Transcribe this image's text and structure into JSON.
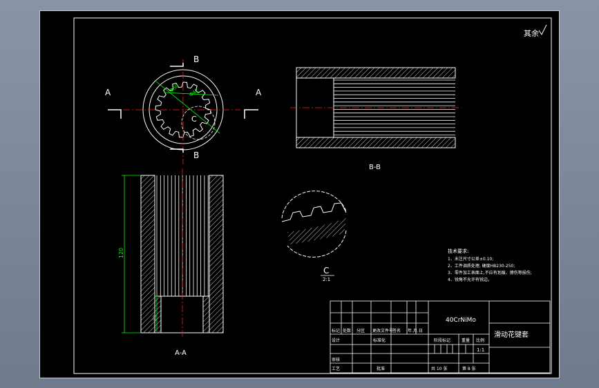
{
  "roughness_note": "其余",
  "labels": {
    "section_a_left": "A",
    "section_a_right": "A",
    "section_b_top": "B",
    "section_b_bottom": "B",
    "detail_c_marker": "C",
    "view_bb": "B-B",
    "view_aa": "A-A",
    "detail_c_title": "C",
    "detail_c_scale": "2:1"
  },
  "dimensions": {
    "length": "120",
    "bore_depth": "30",
    "spline_outer": "Φ50",
    "spline_inner": "Φ42"
  },
  "tech_requirements": {
    "title": "技术要求:",
    "items": [
      "1、未注尺寸公差±0.10;",
      "2、工件调质处理, 硬度HB230-250;",
      "3、零件加工表面上,不应有划痕、擦伤等损伤;",
      "4、锐角不允许有锐边。"
    ]
  },
  "title_block": {
    "material": "40CrNiMo",
    "part_name": "滑动花键套",
    "header_cells": [
      "标记",
      "处数",
      "分区",
      "更改文件号",
      "签名",
      "年.月.日"
    ],
    "designer": "设计",
    "standardization": "标准化",
    "stage_mark": "阶段标记",
    "weight": "重量",
    "scale_label": "比例",
    "scale_value": "1:1",
    "review": "审核",
    "process": "工艺",
    "approve": "批准",
    "sheet_total": "共  10  张",
    "sheet_no": "第  8  张"
  }
}
